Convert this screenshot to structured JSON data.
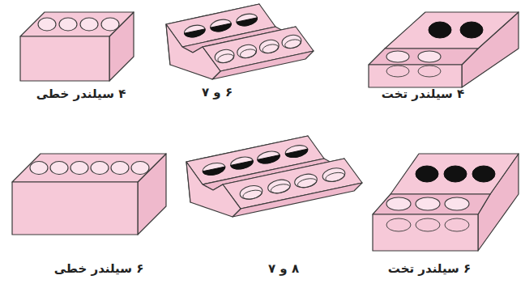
{
  "diagram": {
    "labels": [
      "۴ سیلندر تخت",
      "۶ و ۷",
      "۴ سیلندر خطی",
      "۶ سیلندر تخت",
      "۸ و ۷",
      "۶ سیلندر خطی"
    ]
  }
}
